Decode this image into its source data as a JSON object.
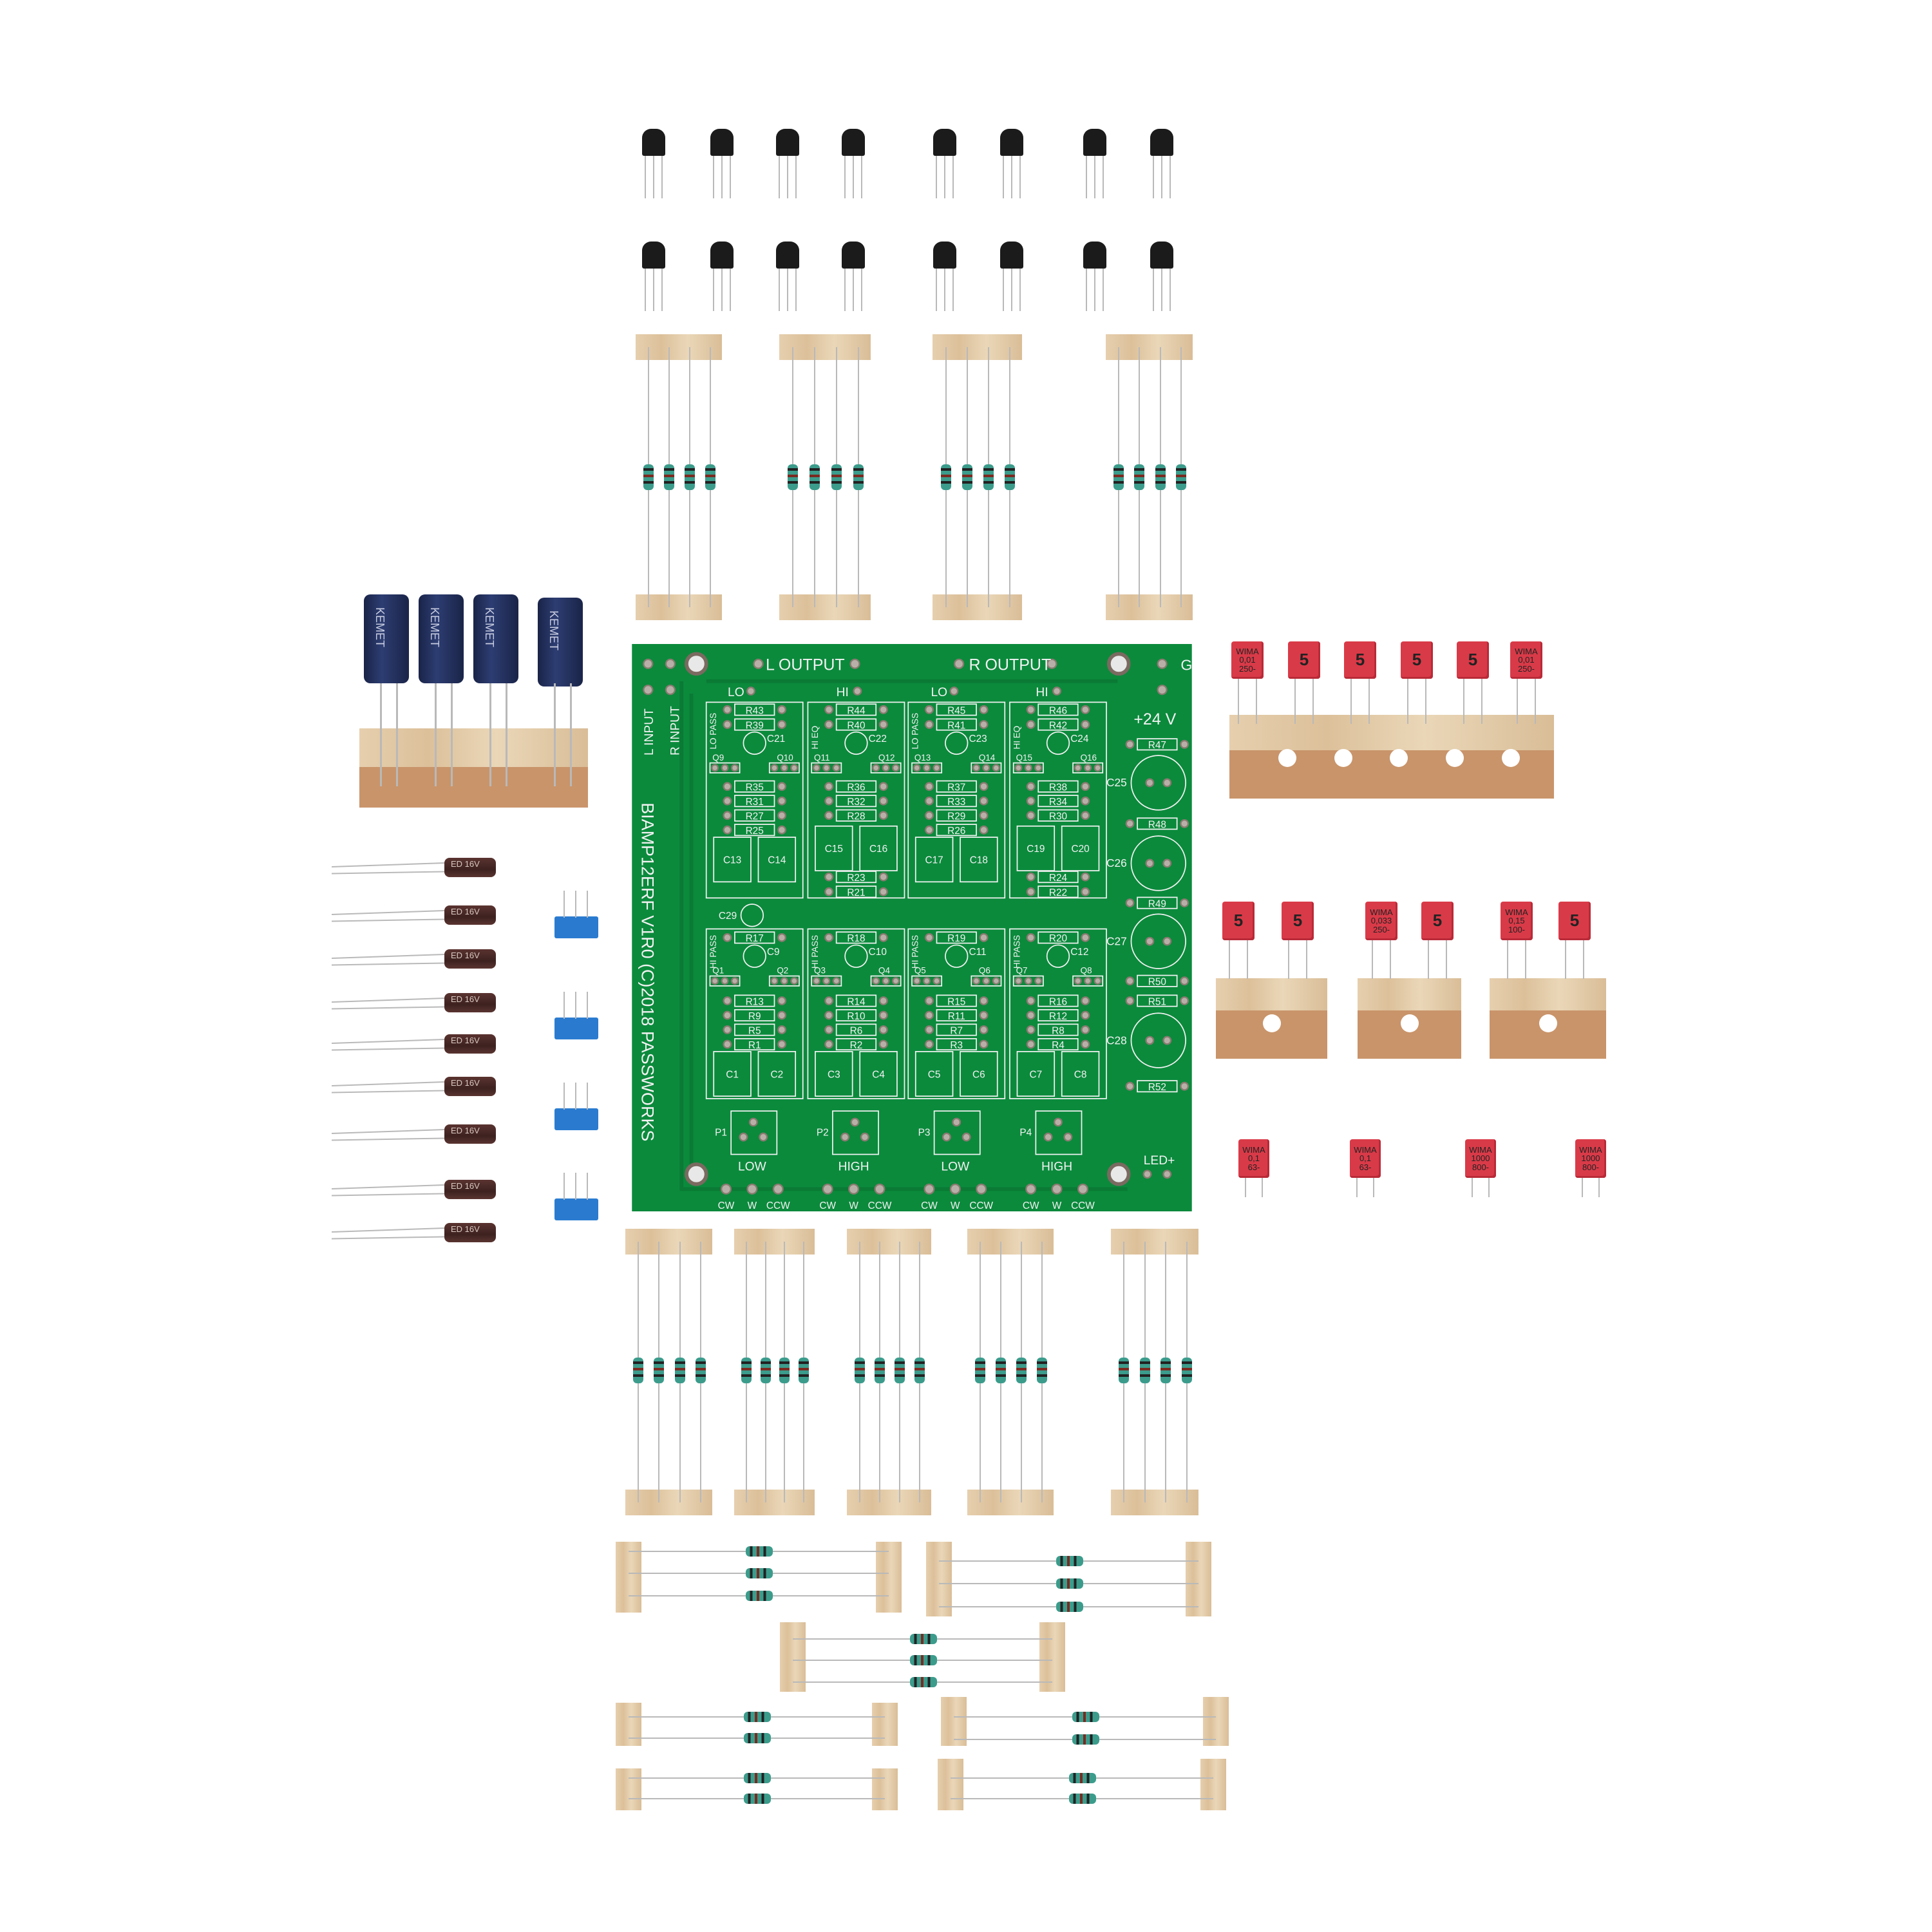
{
  "pcb": {
    "board_color": "#0b8a3c",
    "title": "BIAMP12ERF V1R0 (C)2018 PASSWORKS",
    "l_output": "L OUTPUT",
    "r_output": "R OUTPUT",
    "ground": "G",
    "l_input": "L INPUT",
    "r_input": "R INPUT",
    "supply": "+24 V",
    "led": "LED+",
    "section_labels": [
      "LO",
      "HI",
      "LO",
      "HI"
    ],
    "upper_blocks": [
      {
        "tag": "LO PASS",
        "r_top": [
          "R43",
          "R39"
        ],
        "cap": "C21",
        "q": [
          "Q9",
          "Q10"
        ],
        "r_mid": [
          "R35",
          "R31",
          "R27",
          "R25"
        ],
        "c": [
          "C13",
          "C14"
        ],
        "r_low": []
      },
      {
        "tag": "HI EQ",
        "r_top": [
          "R44",
          "R40"
        ],
        "cap": "C22",
        "q": [
          "Q11",
          "Q12"
        ],
        "r_mid": [
          "R36",
          "R32",
          "R28"
        ],
        "c": [
          "C15",
          "C16"
        ],
        "r_low": [
          "R23",
          "R21"
        ]
      },
      {
        "tag": "LO PASS",
        "r_top": [
          "R45",
          "R41"
        ],
        "cap": "C23",
        "q": [
          "Q13",
          "Q14"
        ],
        "r_mid": [
          "R37",
          "R33",
          "R29",
          "R26"
        ],
        "c": [
          "C17",
          "C18"
        ],
        "r_low": []
      },
      {
        "tag": "HI EQ",
        "r_top": [
          "R46",
          "R42"
        ],
        "cap": "C24",
        "q": [
          "Q15",
          "Q16"
        ],
        "r_mid": [
          "R38",
          "R34",
          "R30"
        ],
        "c": [
          "C19",
          "C20"
        ],
        "r_low": [
          "R24",
          "R22"
        ]
      }
    ],
    "lower_blocks": [
      {
        "tag": "HI PASS",
        "r_top": "R17",
        "cap": "C9",
        "q": [
          "Q1",
          "Q2"
        ],
        "r_mid": [
          "R13",
          "R9",
          "R5",
          "R1"
        ],
        "c": [
          "C1",
          "C2"
        ]
      },
      {
        "tag": "HI PASS",
        "r_top": "R18",
        "cap": "C10",
        "q": [
          "Q3",
          "Q4"
        ],
        "r_mid": [
          "R14",
          "R10",
          "R6",
          "R2"
        ],
        "c": [
          "C3",
          "C4"
        ]
      },
      {
        "tag": "HI PASS",
        "r_top": "R19",
        "cap": "C11",
        "q": [
          "Q5",
          "Q6"
        ],
        "r_mid": [
          "R15",
          "R11",
          "R7",
          "R3"
        ],
        "c": [
          "C5",
          "C6"
        ]
      },
      {
        "tag": "HI PASS",
        "r_top": "R20",
        "cap": "C12",
        "q": [
          "Q7",
          "Q8"
        ],
        "r_mid": [
          "R16",
          "R12",
          "R8",
          "R4"
        ],
        "c": [
          "C7",
          "C8"
        ]
      }
    ],
    "c29": "C29",
    "power_resistors": [
      "R47",
      "R48",
      "R49",
      "R50",
      "R51",
      "R52"
    ],
    "power_caps": [
      "C25",
      "C26",
      "C27",
      "C28"
    ],
    "pots": [
      {
        "ref": "P1",
        "label": "LOW"
      },
      {
        "ref": "P2",
        "label": "HIGH"
      },
      {
        "ref": "P3",
        "label": "LOW"
      },
      {
        "ref": "P4",
        "label": "HIGH"
      }
    ],
    "pot_pins": [
      "CW",
      "W",
      "CCW"
    ]
  },
  "parts": {
    "electrolytic_brand": "KEMET",
    "small_cap_marking": "ED 16V",
    "film_caps_top": [
      {
        "lines": [
          "WIMA",
          "0,01",
          "250-"
        ]
      },
      {
        "lines": [
          "5"
        ]
      },
      {
        "lines": [
          "5"
        ]
      },
      {
        "lines": [
          "5"
        ]
      },
      {
        "lines": [
          "5"
        ]
      },
      {
        "lines": [
          "WIMA",
          "0,01",
          "250-"
        ]
      }
    ],
    "film_caps_mid": [
      {
        "lines": [
          "5"
        ]
      },
      {
        "lines": [
          "5"
        ]
      },
      {
        "lines": [
          "WIMA",
          "0,033",
          "250-"
        ]
      },
      {
        "lines": [
          "5"
        ]
      },
      {
        "lines": [
          "WIMA",
          "0,15",
          "100-"
        ]
      },
      {
        "lines": [
          "5"
        ]
      }
    ],
    "film_caps_loose": [
      {
        "lines": [
          "WIMA",
          "0,1",
          "63-"
        ]
      },
      {
        "lines": [
          "WIMA",
          "0,1",
          "63-"
        ]
      },
      {
        "lines": [
          "WIMA",
          "1000",
          "800-"
        ]
      },
      {
        "lines": [
          "WIMA",
          "1000",
          "800-"
        ]
      }
    ]
  }
}
